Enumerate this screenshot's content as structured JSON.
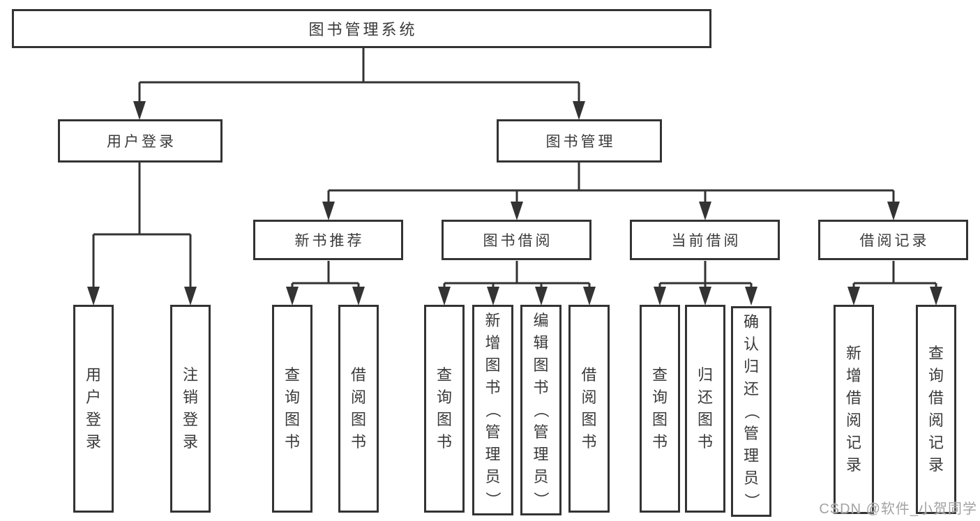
{
  "root": {
    "label": "图书管理系统"
  },
  "level1": {
    "user_login": {
      "label": "用户登录",
      "children": [
        "用户登录",
        "注销登录"
      ]
    },
    "book_management": {
      "label": "图书管理"
    }
  },
  "sections": [
    {
      "label": "新书推荐",
      "children": [
        "查询图书",
        "借阅图书"
      ]
    },
    {
      "label": "图书借阅",
      "children": [
        "查询图书",
        "新增图书（管理员）",
        "编辑图书（管理员）",
        "借阅图书"
      ]
    },
    {
      "label": "当前借阅",
      "children": [
        "查询图书",
        "归还图书",
        "确认归还（管理员）"
      ]
    },
    {
      "label": "借阅记录",
      "children": [
        "新增借阅记录",
        "查询借阅记录"
      ]
    }
  ],
  "watermark": "CSDN @软件_小贺同学",
  "colors": {
    "line": "#333333",
    "text": "#3a3a3a",
    "watermark": "#a3a3a3",
    "background": "#ffffff"
  }
}
